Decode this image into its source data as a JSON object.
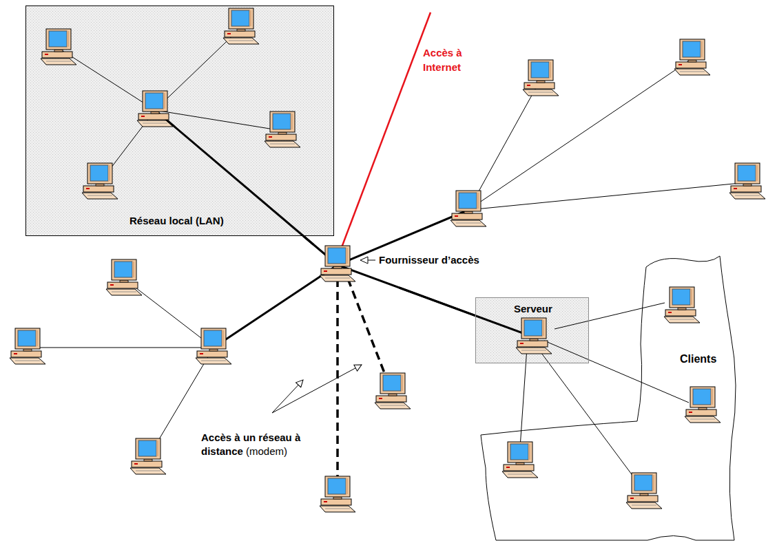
{
  "diagram": {
    "nodes": [
      {
        "text": [
          "Réseau local (LAN)"
        ]
      },
      {
        "text": [
          "Fournisseur d’accès"
        ]
      },
      {
        "text": [
          "Serveur"
        ]
      },
      {
        "text": [
          "Clients"
        ]
      }
    ],
    "edges": [
      {
        "from": 1,
        "to": 0,
        "arrow": "none"
      },
      {
        "from": 1,
        "to": 2,
        "arrow": "none"
      }
    ],
    "labels": [
      "Accès à Internet",
      "Accès à un réseau à distance",
      "(modem)"
    ]
  }
}
